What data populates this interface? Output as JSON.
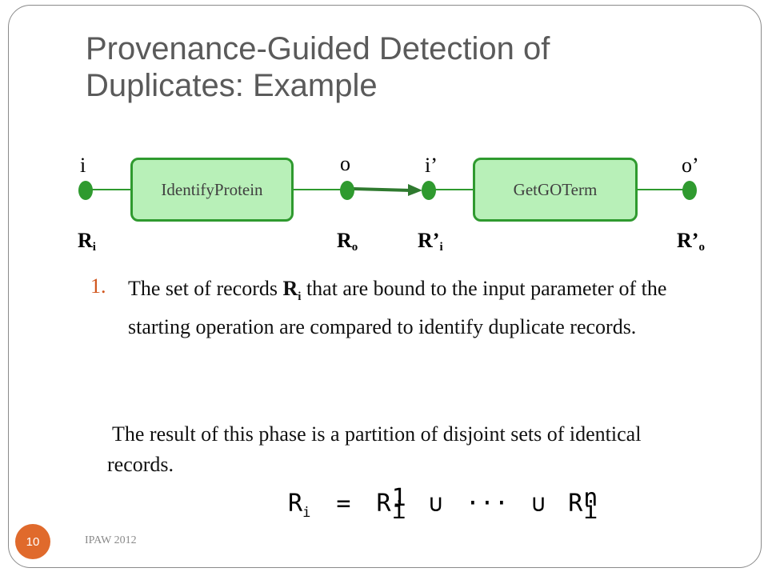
{
  "slide": {
    "title": "Provenance-Guided Detection of Duplicates: Example",
    "footer": "IPAW 2012",
    "page_number": "10"
  },
  "workflow": {
    "operations": [
      {
        "label": "IdentifyProtein"
      },
      {
        "label": "GetGOTerm"
      }
    ],
    "parameters": [
      {
        "label": "i",
        "record": "R",
        "record_sub": "i"
      },
      {
        "label": "o",
        "record": "R",
        "record_sub": "o"
      },
      {
        "label": "i’",
        "record": "R’",
        "record_sub": "i"
      },
      {
        "label": "o’",
        "record": "R’",
        "record_sub": "o"
      }
    ],
    "colors": {
      "box_fill": "#b8f0b8",
      "box_border": "#2f9a2f",
      "dot": "#2f9a2f"
    }
  },
  "body": {
    "item_number": "1.",
    "item_text_before": "The set of records ",
    "item_record": "R",
    "item_record_sub": "i",
    "item_text_after": " that are bound to the input parameter of the starting operation are compared to identify duplicate records.",
    "result_text": "The result of this phase is a partition of disjoint sets of identical records."
  },
  "formula": {
    "lhs": "R",
    "lhs_sub": "i",
    "equals": "=",
    "term1": "R",
    "term1_sup": "1",
    "term1_sub": "i",
    "union": "∪",
    "ellipsis": "···",
    "termn": "R",
    "termn_sup": "n",
    "termn_sub": "i"
  }
}
